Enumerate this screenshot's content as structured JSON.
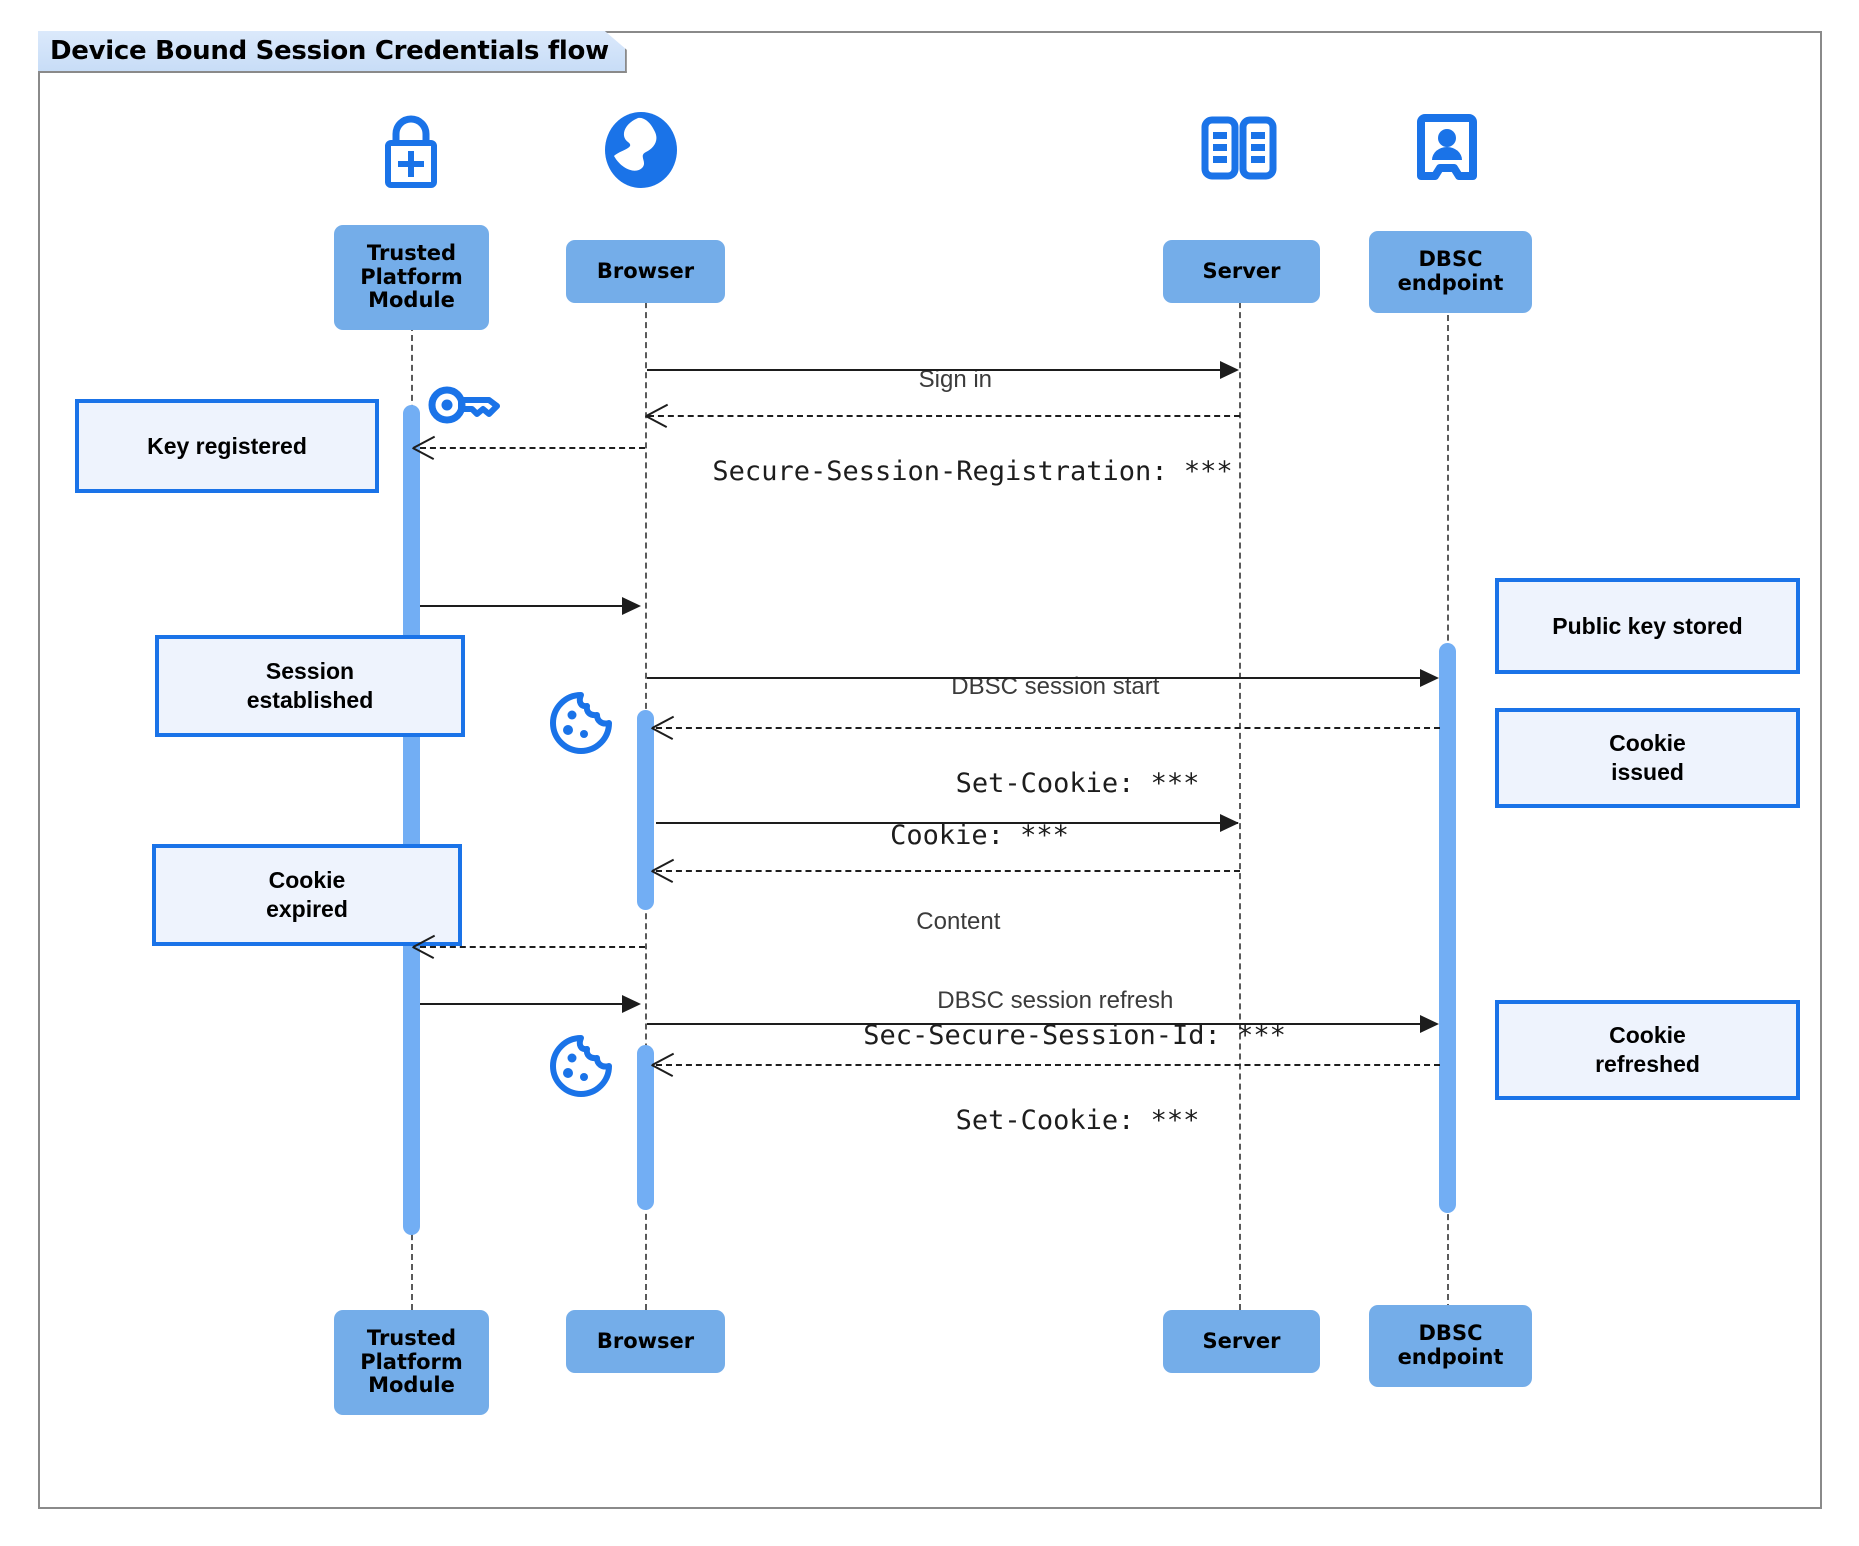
{
  "diagram": {
    "title": "Device Bound Session Credentials flow",
    "type": "uml-sequence-diagram",
    "colors": {
      "actor_fill": "#74ade9",
      "activation_fill": "#72aef4",
      "note_fill": "#eef3fd",
      "note_border": "#1a73e8",
      "icon_blue": "#1a73e8",
      "frame_border": "#8a8a8a",
      "title_fill": "#cfe0f7",
      "line": "#1d1d1d"
    }
  },
  "participants": [
    {
      "id": "tpm",
      "label": "Trusted\nPlatform\nModule",
      "icon": "lock-plus-icon"
    },
    {
      "id": "browser",
      "label": "Browser",
      "icon": "globe-icon"
    },
    {
      "id": "server",
      "label": "Server",
      "icon": "server-racks-icon"
    },
    {
      "id": "dbsc",
      "label": "DBSC\nendpoint",
      "icon": "id-badge-icon"
    }
  ],
  "participants_bottom": [
    {
      "id": "tpm",
      "label": "Trusted\nPlatform\nModule"
    },
    {
      "id": "browser",
      "label": "Browser"
    },
    {
      "id": "server",
      "label": "Server"
    },
    {
      "id": "dbsc",
      "label": "DBSC\nendpoint"
    }
  ],
  "messages": [
    {
      "id": "m1",
      "from": "browser",
      "to": "server",
      "label": "Sign in",
      "style": "solid",
      "mono": false
    },
    {
      "id": "m2",
      "from": "server",
      "to": "browser",
      "label": "Secure-Session-Registration: ***",
      "style": "dashed",
      "mono": true
    },
    {
      "id": "m3",
      "from": "tpm",
      "to": "browser",
      "label": "",
      "style": "solid",
      "mono": false
    },
    {
      "id": "m4",
      "from": "browser",
      "to": "dbsc",
      "label": "DBSC session start",
      "style": "solid",
      "mono": false
    },
    {
      "id": "m5",
      "from": "dbsc",
      "to": "browser",
      "label": "Set-Cookie: ***",
      "style": "dashed",
      "mono": true
    },
    {
      "id": "m6",
      "from": "browser",
      "to": "server",
      "label": "Cookie: ***",
      "style": "solid",
      "mono": true
    },
    {
      "id": "m7",
      "from": "server",
      "to": "browser",
      "label": "Content",
      "style": "dashed",
      "mono": false
    },
    {
      "id": "m8",
      "from": "browser",
      "to": "tpm",
      "label": "",
      "style": "dashed",
      "mono": false
    },
    {
      "id": "m9",
      "from": "tpm",
      "to": "browser",
      "label": "",
      "style": "solid",
      "mono": false
    },
    {
      "id": "m10",
      "from": "browser",
      "to": "dbsc",
      "label": "DBSC session refresh",
      "label2": "Sec-Secure-Session-Id: ***",
      "style": "solid",
      "mono": false
    },
    {
      "id": "m11",
      "from": "dbsc",
      "to": "browser",
      "label": "Set-Cookie: ***",
      "style": "dashed",
      "mono": true
    }
  ],
  "notes": [
    {
      "id": "n1",
      "side": "left",
      "target": "tpm",
      "text": "Key registered"
    },
    {
      "id": "n2",
      "side": "left",
      "target": "tpm",
      "text": "Session\nestablished"
    },
    {
      "id": "n3",
      "side": "left",
      "target": "tpm",
      "text": "Cookie\nexpired"
    },
    {
      "id": "n4",
      "side": "right",
      "target": "dbsc",
      "text": "Public key stored"
    },
    {
      "id": "n5",
      "side": "right",
      "target": "dbsc",
      "text": "Cookie\nissued"
    },
    {
      "id": "n6",
      "side": "right",
      "target": "dbsc",
      "text": "Cookie\nrefreshed"
    }
  ],
  "inline_icons": [
    {
      "id": "key1",
      "name": "key-icon",
      "near": "tpm"
    },
    {
      "id": "cookie1",
      "name": "cookie-icon",
      "near": "browser"
    },
    {
      "id": "cookie2",
      "name": "cookie-icon",
      "near": "browser"
    }
  ]
}
